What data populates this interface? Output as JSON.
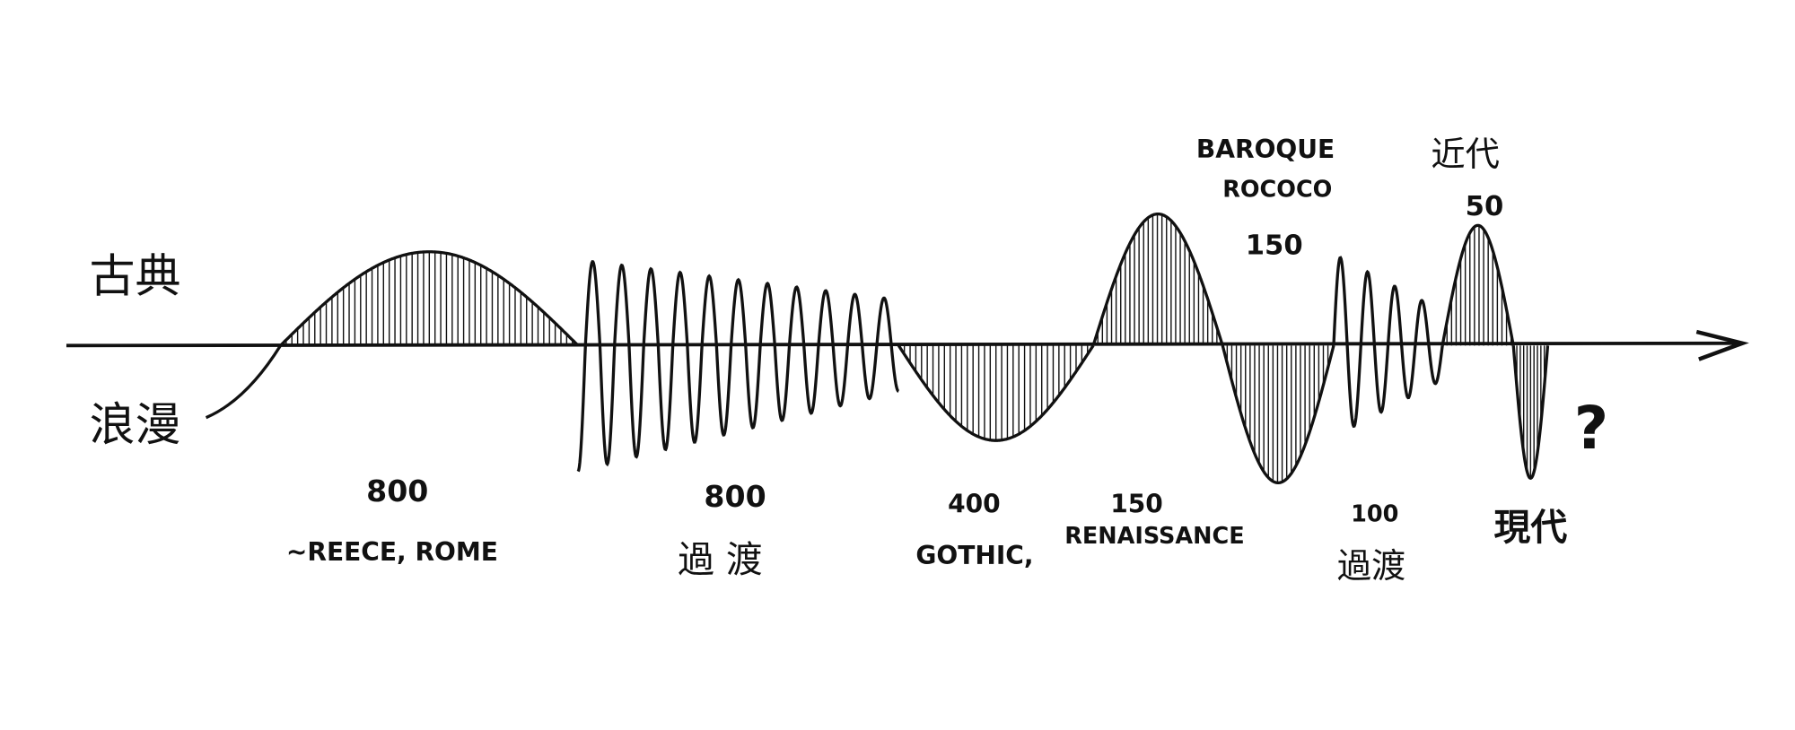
{
  "axis_labels": {
    "classical": "古典",
    "romantic": "浪漫"
  },
  "periods": [
    {
      "id": "greece-rome",
      "years": "800",
      "label": "~REECE, ROME"
    },
    {
      "id": "transition-1",
      "years": "800",
      "label": "過 渡"
    },
    {
      "id": "gothic",
      "years": "400",
      "label": "GOTHIC,"
    },
    {
      "id": "renaissance",
      "years": "150",
      "label": "RENAISSANCE"
    },
    {
      "id": "baroque-rococo",
      "years": "150",
      "label": "BAROQUE",
      "label2": "ROCOCO"
    },
    {
      "id": "transition-2",
      "years": "100",
      "label": "過渡"
    },
    {
      "id": "modern",
      "years": "50",
      "label": "近代"
    },
    {
      "id": "contemporary",
      "label": "現代"
    }
  ],
  "future": "?",
  "colors": {
    "ink": "#111111",
    "background": "#ffffff"
  }
}
